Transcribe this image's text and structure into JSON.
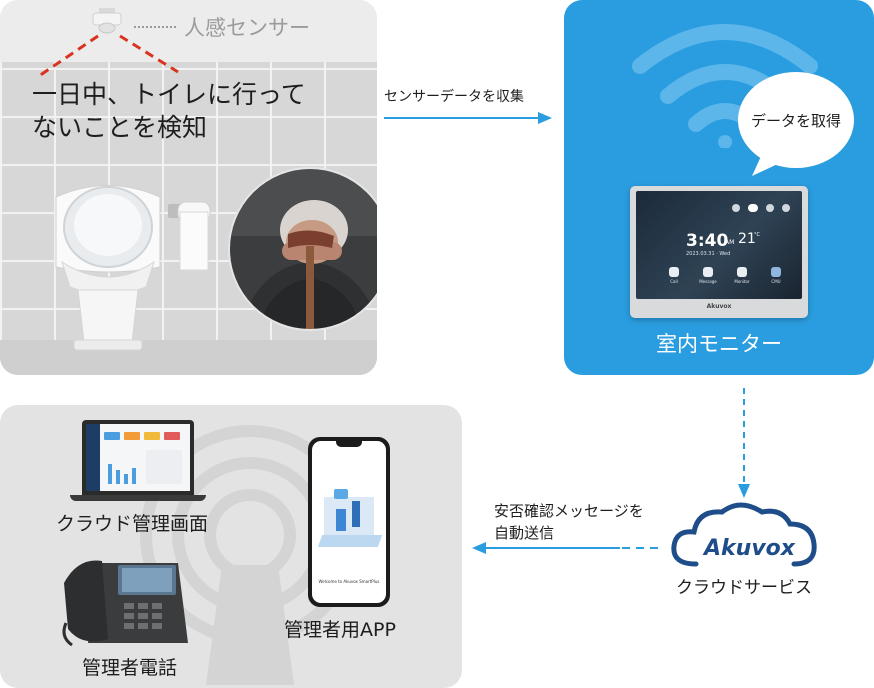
{
  "colors": {
    "blue": "#2a9de0",
    "arrow": "#2a9de0",
    "panel_gray": "#e3e3e3",
    "dark": "#1e1e1e"
  },
  "bathroom": {
    "sensor_label": "人感センサー",
    "detection_line1": "一日中、トイレに行って",
    "detection_line2": "ないことを検知"
  },
  "flow": {
    "collect_label": "センサーデータを収集",
    "alert_line1": "安否確認メッセージを",
    "alert_line2": "自動送信"
  },
  "monitor": {
    "bubble_label": "データを取得",
    "caption": "室内モニター",
    "screen_time": "3:40",
    "screen_ampm": "AM",
    "screen_temp": "21",
    "screen_temp_unit": "°C",
    "screen_date": "2023.03.31 · Wed",
    "screen_apps": [
      "Call",
      "Message",
      "Monitor",
      "CMU"
    ],
    "brand": "Akuvox"
  },
  "cloud": {
    "brand": "Akuvox",
    "caption": "クラウドサービス"
  },
  "devices": {
    "laptop_label": "クラウド管理画面",
    "phone_label": "管理者電話",
    "app_label": "管理者用APP",
    "app_splash": "Welcome to Akuvox SmartPlus"
  }
}
